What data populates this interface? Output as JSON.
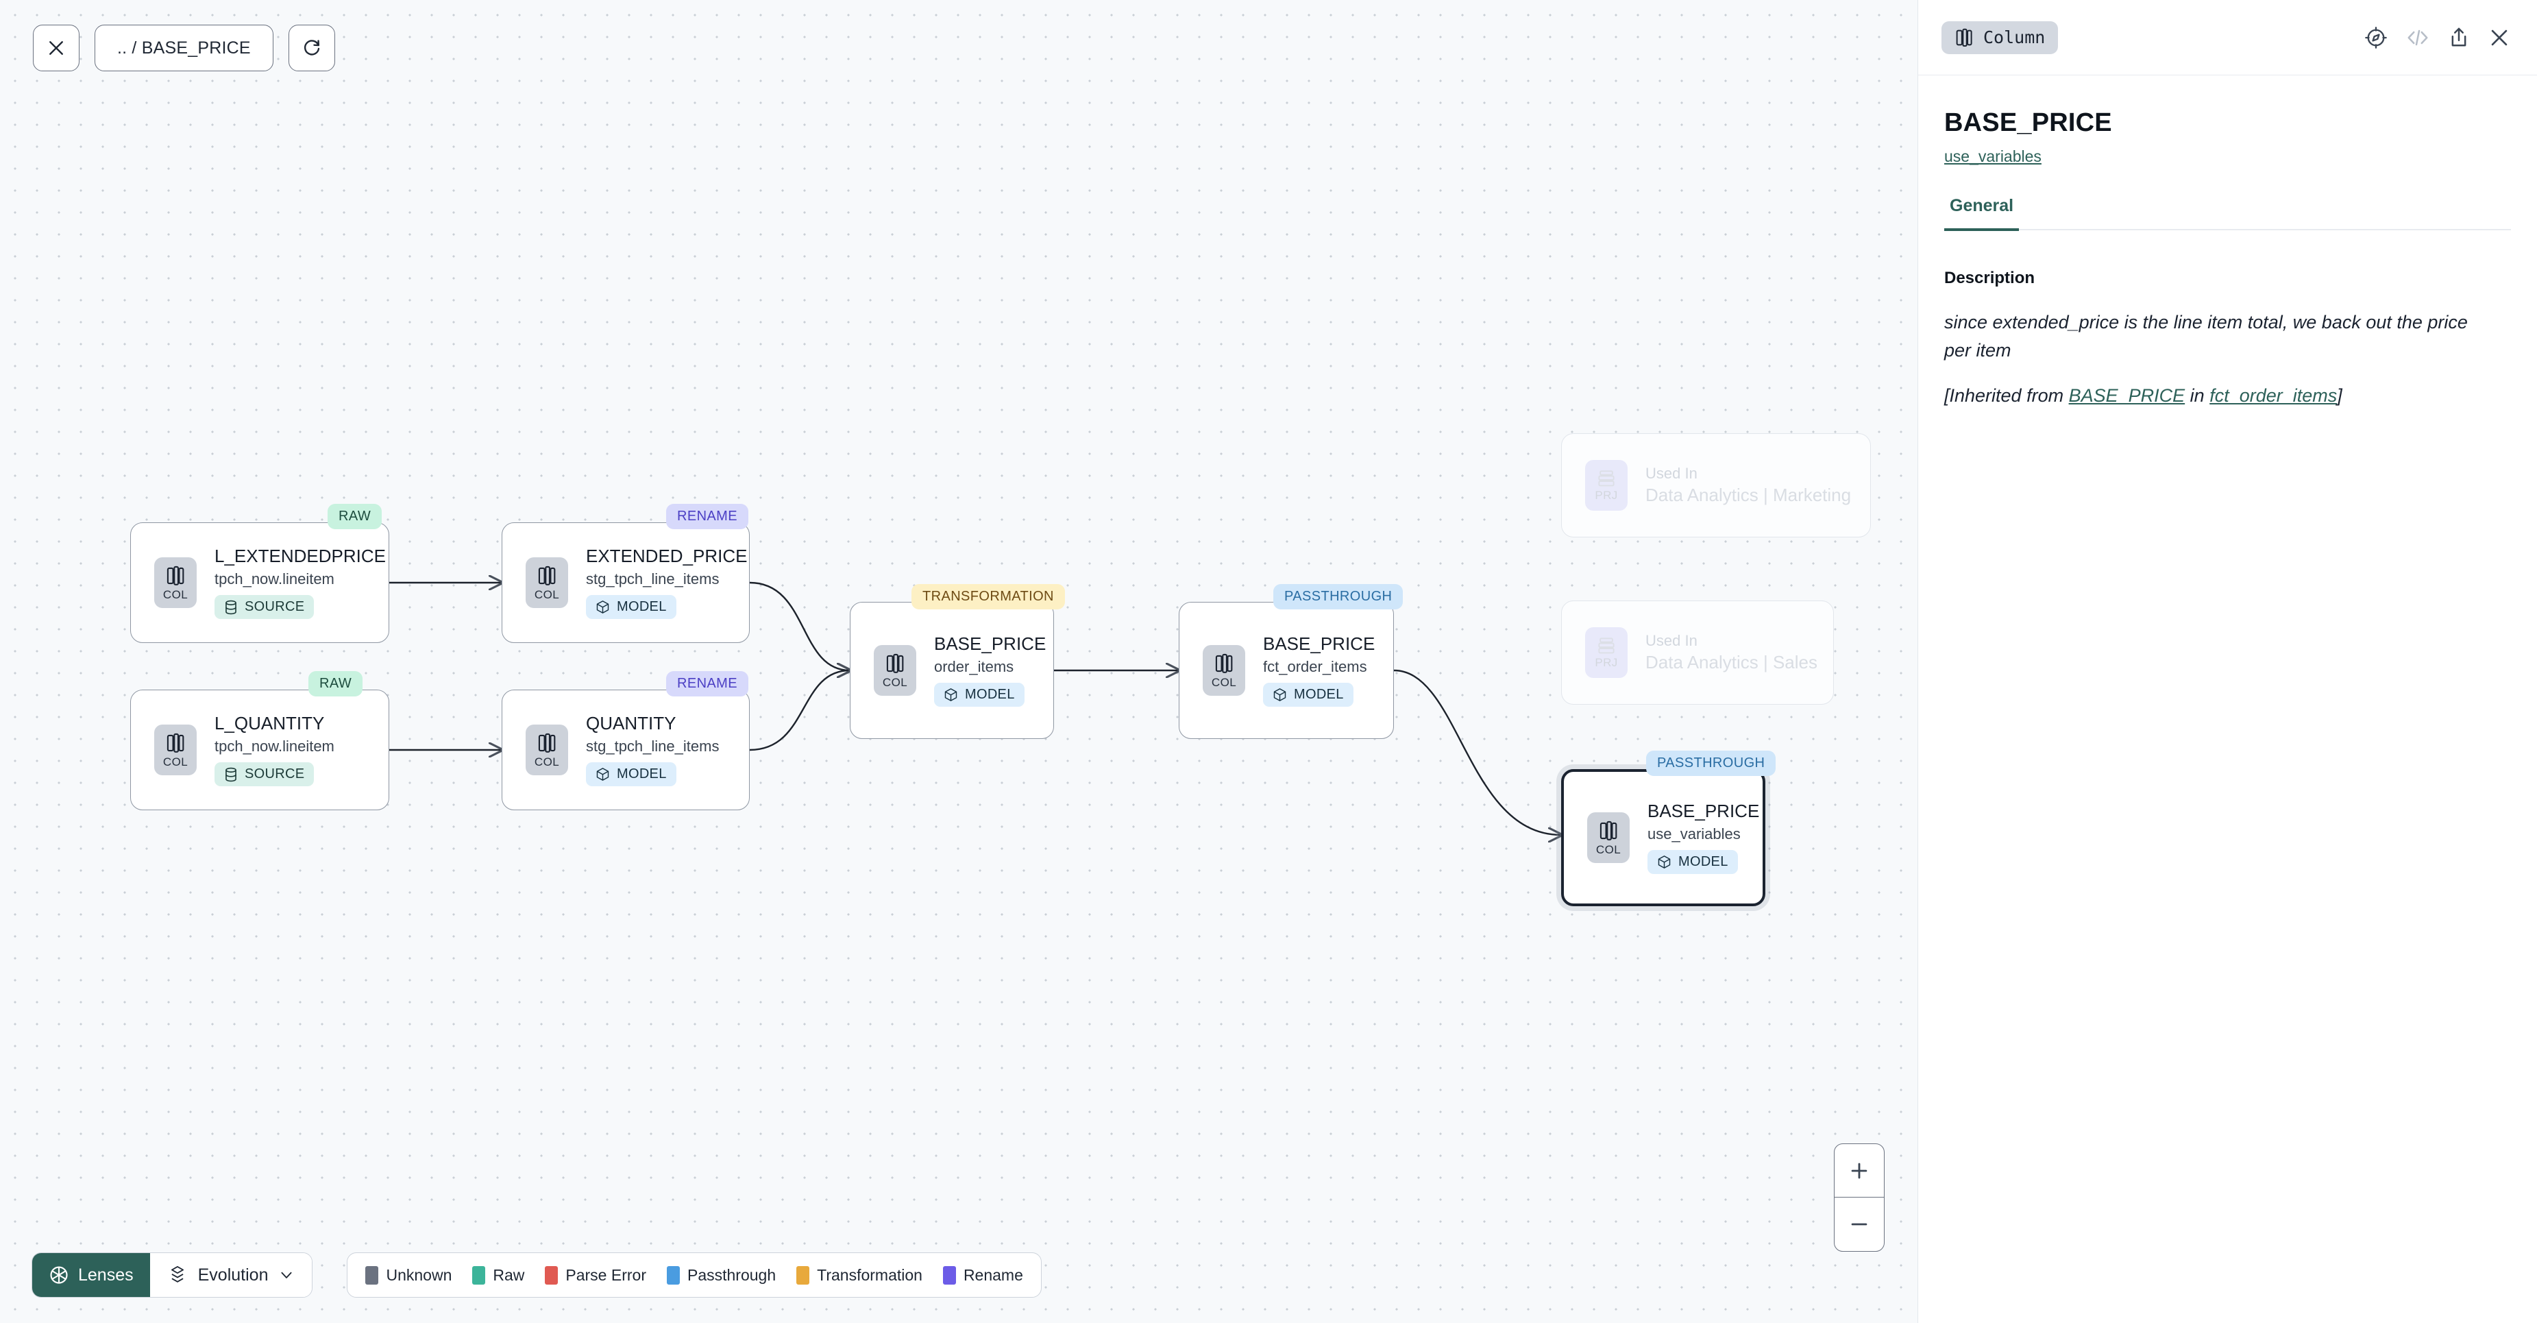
{
  "toolbar": {
    "close_icon": "close-icon",
    "breadcrumb": ".. / BASE_PRICE",
    "refresh_icon": "refresh-icon"
  },
  "graph": {
    "nodes": [
      {
        "id": "l_extendedprice",
        "kind": "COL",
        "title": "L_EXTENDEDPRICE",
        "subtitle": "tpch_now.lineitem",
        "chip": "SOURCE",
        "chip_icon": "database-icon",
        "tag": "RAW",
        "tag_style": "raw",
        "selected": false,
        "ghost": false
      },
      {
        "id": "l_quantity",
        "kind": "COL",
        "title": "L_QUANTITY",
        "subtitle": "tpch_now.lineitem",
        "chip": "SOURCE",
        "chip_icon": "database-icon",
        "tag": "RAW",
        "tag_style": "raw",
        "selected": false,
        "ghost": false
      },
      {
        "id": "extended_price",
        "kind": "COL",
        "title": "EXTENDED_PRICE",
        "subtitle": "stg_tpch_line_items",
        "chip": "MODEL",
        "chip_icon": "cube-icon",
        "tag": "RENAME",
        "tag_style": "ren",
        "selected": false,
        "ghost": false
      },
      {
        "id": "quantity",
        "kind": "COL",
        "title": "QUANTITY",
        "subtitle": "stg_tpch_line_items",
        "chip": "MODEL",
        "chip_icon": "cube-icon",
        "tag": "RENAME",
        "tag_style": "ren",
        "selected": false,
        "ghost": false
      },
      {
        "id": "base_price_order_items",
        "kind": "COL",
        "title": "BASE_PRICE",
        "subtitle": "order_items",
        "chip": "MODEL",
        "chip_icon": "cube-icon",
        "tag": "TRANSFORMATION",
        "tag_style": "trans",
        "selected": false,
        "ghost": false
      },
      {
        "id": "base_price_fct_order_items",
        "kind": "COL",
        "title": "BASE_PRICE",
        "subtitle": "fct_order_items",
        "chip": "MODEL",
        "chip_icon": "cube-icon",
        "tag": "PASSTHROUGH",
        "tag_style": "pass",
        "selected": false,
        "ghost": false
      },
      {
        "id": "base_price_use_variables",
        "kind": "COL",
        "title": "BASE_PRICE",
        "subtitle": "use_variables",
        "chip": "MODEL",
        "chip_icon": "cube-icon",
        "tag": "PASSTHROUGH",
        "tag_style": "pass",
        "selected": true,
        "ghost": false
      },
      {
        "id": "used_in_marketing",
        "kind": "PRJ",
        "title": "Used In",
        "subtitle": "Data Analytics | Marketing",
        "chip": null,
        "tag": null,
        "selected": false,
        "ghost": true
      },
      {
        "id": "used_in_sales",
        "kind": "PRJ",
        "title": "Used In",
        "subtitle": "Data Analytics | Sales",
        "chip": null,
        "tag": null,
        "selected": false,
        "ghost": true
      }
    ]
  },
  "bottom": {
    "lenses_label": "Lenses",
    "lenses_icon": "aperture-icon",
    "evolution_label": "Evolution",
    "evolution_icon": "layers-icon",
    "evolution_chevron": "chevron-down-icon",
    "legend": [
      {
        "label": "Unknown",
        "color": "#6b7280"
      },
      {
        "label": "Raw",
        "color": "#3cb49a"
      },
      {
        "label": "Parse Error",
        "color": "#e05a52"
      },
      {
        "label": "Passthrough",
        "color": "#4a9ce0"
      },
      {
        "label": "Transformation",
        "color": "#e8a93c"
      },
      {
        "label": "Rename",
        "color": "#6c5ce7"
      }
    ]
  },
  "zoom_controls": {
    "zoom_in": "+",
    "zoom_out": "–"
  },
  "panel": {
    "badge_label": "Column",
    "badge_icon": "column-icon",
    "icons": [
      "compass-icon",
      "code-icon",
      "share-icon",
      "close-icon"
    ],
    "title": "BASE_PRICE",
    "link": "use_variables",
    "tabs": [
      {
        "label": "General",
        "active": true
      }
    ],
    "section_label": "Description",
    "description": "since extended_price is the line item total, we back out the price per item",
    "inherited_prefix": "[Inherited from ",
    "inherited_column": "BASE_PRICE",
    "inherited_mid": " in ",
    "inherited_model": "fct_order_items",
    "inherited_suffix": "]"
  },
  "colors": {
    "accent_teal": "#2d6159",
    "canvas_bg": "#f7f9fb"
  }
}
